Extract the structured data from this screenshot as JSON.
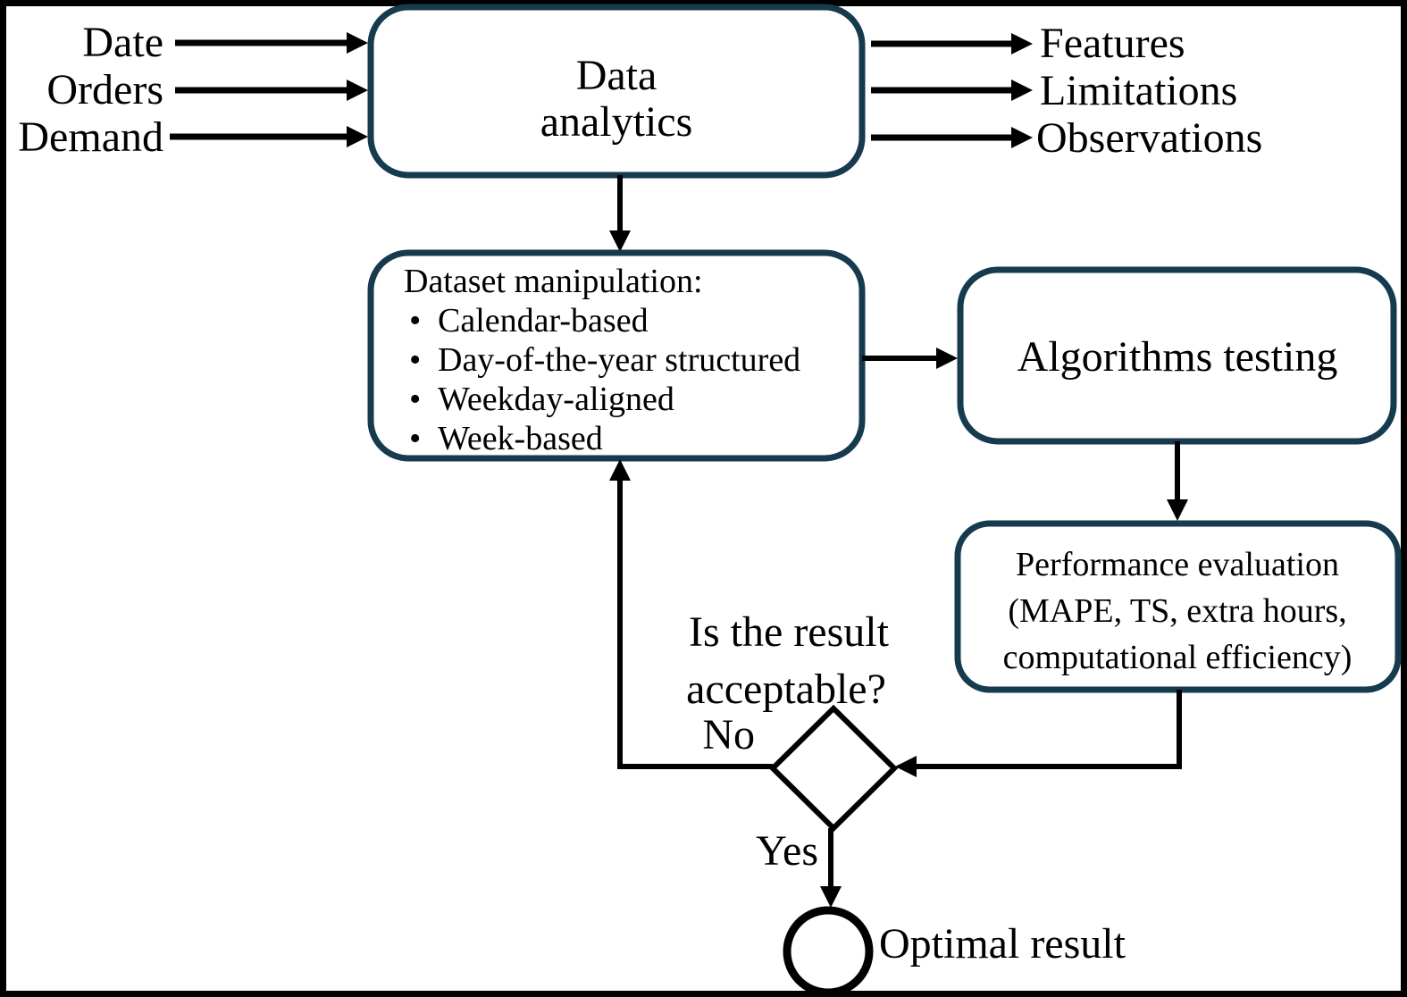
{
  "flowchart": {
    "inputs": [
      {
        "label": "Date"
      },
      {
        "label": "Orders"
      },
      {
        "label": "Demand"
      }
    ],
    "outputs": [
      {
        "label": "Features"
      },
      {
        "label": "Limitations"
      },
      {
        "label": "Observations"
      }
    ],
    "nodes": {
      "data_analytics": {
        "line1": "Data",
        "line2": "analytics"
      },
      "dataset_manipulation": {
        "title": "Dataset manipulation:",
        "bullet_glyph": "•",
        "bullets": [
          {
            "label": "Calendar-based"
          },
          {
            "label": "Day-of-the-year structured"
          },
          {
            "label": "Weekday-aligned"
          },
          {
            "label": "Week-based"
          }
        ]
      },
      "algorithms_testing": {
        "label": "Algorithms testing"
      },
      "performance_evaluation": {
        "line1": "Performance evaluation",
        "line2": "(MAPE, TS, extra hours,",
        "line3": "computational efficiency)"
      },
      "decision": {
        "question_line1": "Is the result",
        "question_line2": "acceptable?"
      },
      "optimal_result": {
        "label": "Optimal result"
      }
    },
    "edges": {
      "no_label": "No",
      "yes_label": "Yes"
    },
    "colors": {
      "box_border": "#163a4e",
      "line": "#000000",
      "text": "#000000",
      "background": "#ffffff",
      "frame": "#000000"
    }
  }
}
